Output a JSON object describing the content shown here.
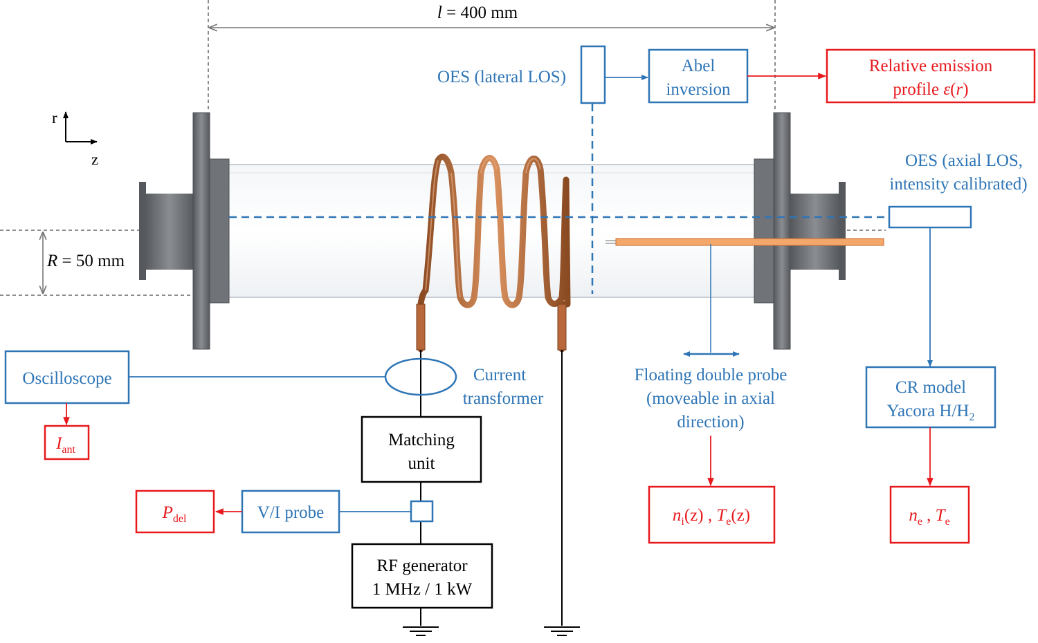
{
  "colors": {
    "blue": "#2e75b6",
    "red": "#e8191d",
    "black": "#000000",
    "flange": "#6b6e72",
    "copper": "#b8683a",
    "probe": "#f4a76a"
  },
  "dimensions": {
    "length_var": "l",
    "length_rest": " = 400 mm",
    "radius_var": "R",
    "radius_rest": " = 50 mm"
  },
  "axes": {
    "r": "r",
    "z": "z"
  },
  "lateral_oes": {
    "label": "OES (lateral LOS)"
  },
  "abel": {
    "line1": "Abel",
    "line2": "inversion"
  },
  "emission_profile": {
    "line1": "Relative emission",
    "line2_prefix": "profile ",
    "line2_var": "ε",
    "line2_paren_open": "(",
    "line2_arg": "r",
    "line2_paren_close": ")"
  },
  "axial_oes": {
    "line1": "OES (axial LOS,",
    "line2": "intensity calibrated)"
  },
  "oscilloscope": {
    "label": "Oscilloscope"
  },
  "current_transformer": {
    "line1": "Current",
    "line2": "transformer"
  },
  "i_ant": {
    "var": "I",
    "sub": "ant"
  },
  "matching_unit": {
    "line1": "Matching",
    "line2": "unit"
  },
  "vi_probe": {
    "label": "V/I probe"
  },
  "p_del": {
    "var": "P",
    "sub": "del"
  },
  "rf_generator": {
    "line1": "RF generator",
    "line2": "1 MHz / 1 kW"
  },
  "double_probe": {
    "line1": "Floating double probe",
    "line2": "(moveable in axial",
    "line3": "direction)"
  },
  "probe_result": {
    "n": "n",
    "n_sub": "i",
    "n_arg": "(z)",
    "sep": " , ",
    "t": "T",
    "t_sub": "e",
    "t_arg": "(z)"
  },
  "cr_model": {
    "line1": "CR model",
    "line2": "Yacora H/H",
    "line2_sub": "2"
  },
  "cr_result": {
    "n": "n",
    "n_sub": "e",
    "sep": " , ",
    "t": "T",
    "t_sub": "e"
  }
}
